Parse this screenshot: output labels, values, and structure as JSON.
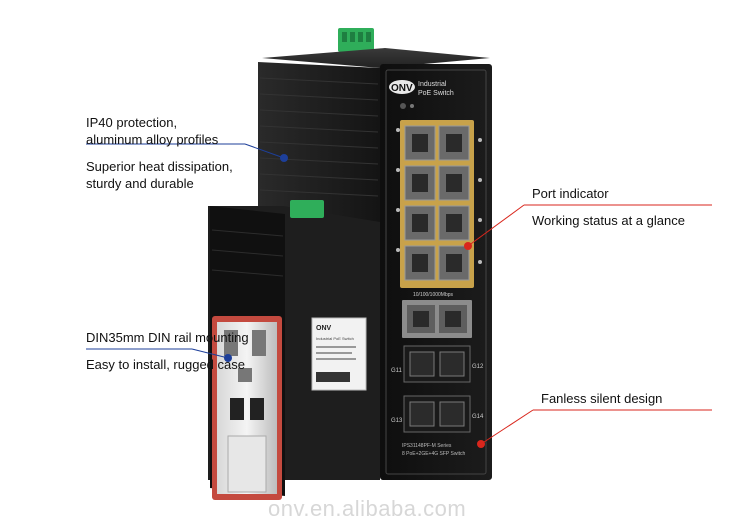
{
  "callouts": {
    "protection": {
      "line1": "IP40 protection,",
      "line2": "aluminum alloy profiles",
      "line3": "Superior heat dissipation,",
      "line4": "sturdy and durable"
    },
    "din": {
      "line1": "DIN35mm DIN rail mounting",
      "line2": "Easy to install, rugged case"
    },
    "port": {
      "line1": "Port indicator",
      "line2": "Working status at a glance"
    },
    "fanless": {
      "line1": "Fanless silent design"
    }
  },
  "device": {
    "brand": "ONV",
    "product_line1": "Industrial",
    "product_line2": "PoE Switch",
    "speed_label": "10/100/1000Mbps",
    "model_line1": "IPS31148PF-M Series",
    "model_line2": "8 PoE+2GE+4G SFP Switch",
    "sfp_labels": [
      "G11",
      "G12",
      "G13",
      "G14"
    ],
    "back_label_brand": "ONV",
    "back_label_text": "Industrial PoE Switch"
  },
  "watermark": "onv.en.alibaba.com",
  "colors": {
    "accent_red": "#d9261c",
    "leader_blue": "#1d3f9a",
    "separator_blue": "#1d3f9a",
    "body_black": "#1b1b1b",
    "terminal_green": "#2fae5a",
    "bracket_red": "#c0392b"
  }
}
